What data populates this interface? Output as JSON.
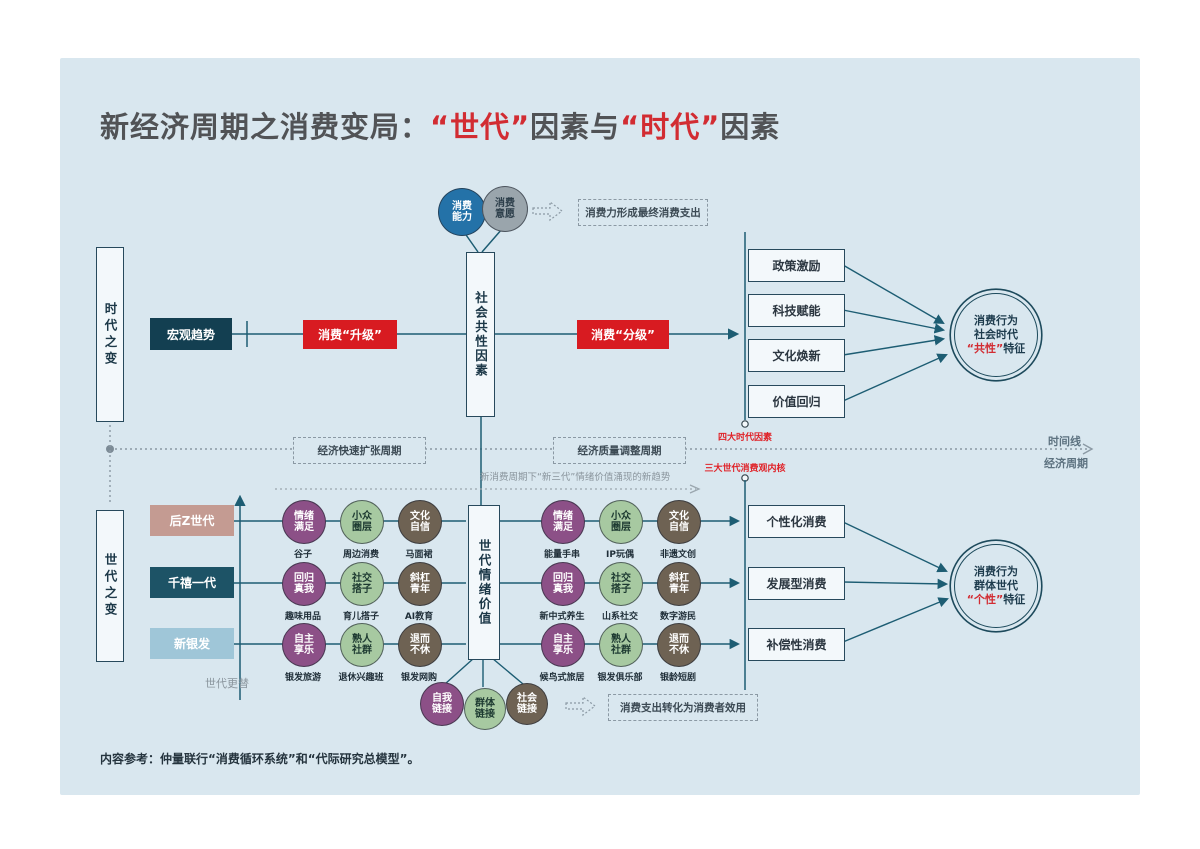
{
  "colors": {
    "accent_red": "#d81b21",
    "red_text": "#d22c32",
    "teal_line": "#1d5d73",
    "purple": "#8c5087",
    "green": "#a7c9a1",
    "brown": "#6e6253",
    "blue": "#2472a8",
    "panel_bg": "#d9e7ef"
  },
  "title": {
    "part1": "新经济周期之消费变局：",
    "red1": "“世代”",
    "part2": "因素与",
    "red2": "“时代”",
    "part3": "因素"
  },
  "top": {
    "era_label": "时代之变",
    "macro": "宏观趋势",
    "upgrade": "消费“升级”",
    "downgrade": "消费“分级”",
    "social_factor": "社会共性因素",
    "ability": {
      "l1": "消费",
      "l2": "能力"
    },
    "willingness": {
      "l1": "消费",
      "l2": "意愿"
    },
    "outcome": "消费力形成最终消费支出",
    "factors": [
      "政策激励",
      "科技赋能",
      "文化焕新",
      "价值回归"
    ],
    "factors_note": "四大时代因素",
    "result": {
      "l1": "消费行为",
      "l2": "社会时代",
      "red": "“共性”",
      "rest": "特征"
    }
  },
  "timeline": {
    "phase1": "经济快速扩张周期",
    "phase2": "经济质量调整周期",
    "axis1": "时间线",
    "axis2": "经济周期"
  },
  "gen": {
    "axis_label": "世代之变",
    "rows": [
      {
        "label": "后Z世代"
      },
      {
        "label": "千禧一代"
      },
      {
        "label": "新银发"
      }
    ],
    "turnover": "世代更替",
    "emotion_box": "世代情绪价值",
    "trend_note": "新消费周期下“新三代”情绪价值涌现的新趋势",
    "core_note": "三大世代消费观内核",
    "left_circles": [
      [
        {
          "l1": "情绪",
          "l2": "满足",
          "tag": "谷子"
        },
        {
          "l1": "小众",
          "l2": "圈层",
          "tag": "周边消费"
        },
        {
          "l1": "文化",
          "l2": "自信",
          "tag": "马面裙"
        }
      ],
      [
        {
          "l1": "回归",
          "l2": "真我",
          "tag": "趣味用品"
        },
        {
          "l1": "社交",
          "l2": "搭子",
          "tag": "育儿搭子"
        },
        {
          "l1": "斜杠",
          "l2": "青年",
          "tag": "AI教育"
        }
      ],
      [
        {
          "l1": "自主",
          "l2": "享乐",
          "tag": "银发旅游"
        },
        {
          "l1": "熟人",
          "l2": "社群",
          "tag": "退休兴趣班"
        },
        {
          "l1": "退而",
          "l2": "不休",
          "tag": "银发网购"
        }
      ]
    ],
    "mid_circles": [
      [
        {
          "l1": "情绪",
          "l2": "满足",
          "tag": "能量手串"
        },
        {
          "l1": "小众",
          "l2": "圈层",
          "tag": "IP玩偶"
        },
        {
          "l1": "文化",
          "l2": "自信",
          "tag": "非遗文创"
        }
      ],
      [
        {
          "l1": "回归",
          "l2": "真我",
          "tag": "新中式养生"
        },
        {
          "l1": "社交",
          "l2": "搭子",
          "tag": "山系社交"
        },
        {
          "l1": "斜杠",
          "l2": "青年",
          "tag": "数字游民"
        }
      ],
      [
        {
          "l1": "自主",
          "l2": "享乐",
          "tag": "候鸟式旅居"
        },
        {
          "l1": "熟人",
          "l2": "社群",
          "tag": "银发俱乐部"
        },
        {
          "l1": "退而",
          "l2": "不休",
          "tag": "银龄短剧"
        }
      ]
    ],
    "types": [
      "个性化消费",
      "发展型消费",
      "补偿性消费"
    ],
    "result": {
      "l1": "消费行为",
      "l2": "群体世代",
      "red": "“个性”",
      "rest": "特征"
    }
  },
  "links": {
    "c1": {
      "l1": "自我",
      "l2": "链接"
    },
    "c2": {
      "l1": "群体",
      "l2": "链接"
    },
    "c3": {
      "l1": "社会",
      "l2": "链接"
    },
    "outcome": "消费支出转化为消费者效用"
  },
  "footer": {
    "text": "内容参考：仲量联行“消费循环系统”和“代际研究总模型”。"
  }
}
